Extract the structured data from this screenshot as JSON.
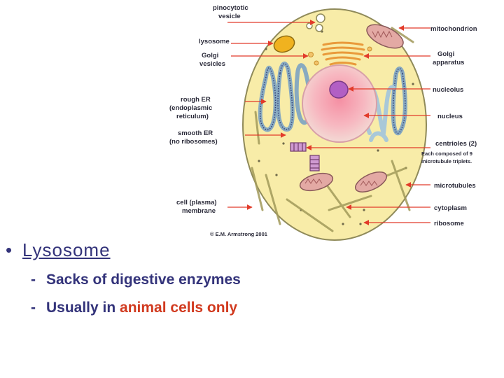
{
  "diagram": {
    "labels_left": {
      "pinocytotic_vesicle_1": "pinocytotic",
      "pinocytotic_vesicle_2": "vesicle",
      "lysosome": "lysosome",
      "golgi_vesicles_1": "Golgi",
      "golgi_vesicles_2": "vesicles",
      "rough_er_1": "rough ER",
      "rough_er_2": "(endoplasmic",
      "rough_er_3": "reticulum)",
      "smooth_er_1": "smooth ER",
      "smooth_er_2": "(no ribosomes)",
      "membrane_1": "cell (plasma)",
      "membrane_2": "membrane"
    },
    "labels_right": {
      "mitochondrion": "mitochondrion",
      "golgi_apparatus_1": "Golgi",
      "golgi_apparatus_2": "apparatus",
      "nucleolus": "nucleolus",
      "nucleus": "nucleus",
      "centrioles": "centrioles (2)",
      "centrioles_note_1": "Each composed of 9",
      "centrioles_note_2": "microtubule triplets.",
      "microtubules": "microtubules",
      "cytoplasm": "cytoplasm",
      "ribosome": "ribosome"
    },
    "credit": "© E.M. Armstrong 2001",
    "colors": {
      "cytoplasm": "#f8eca8",
      "nucleus": "#f6a8b4",
      "nucleolus": "#b25fc4",
      "er": "#a9c8d8",
      "mitochondrion": "#e3a9a4",
      "lysosome": "#f0b21f",
      "arrow": "#e23b2a"
    }
  },
  "bullet": {
    "marker": "•",
    "term": "Lysosome",
    "points": [
      {
        "dash": "-",
        "text": "Sacks of digestive enzymes"
      },
      {
        "dash": "-",
        "text": "Usually in ",
        "highlight": "animal cells only"
      }
    ],
    "highlight_color": "#d13a1f"
  }
}
